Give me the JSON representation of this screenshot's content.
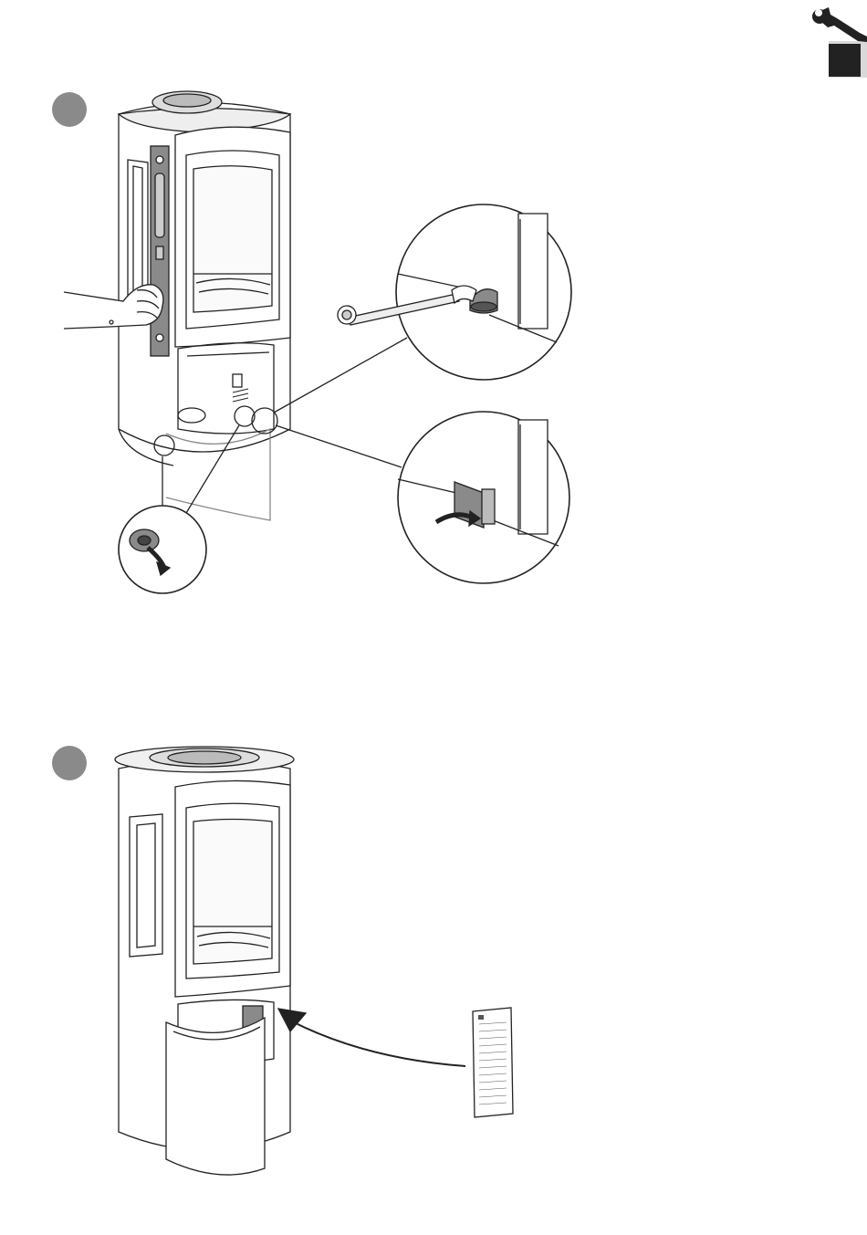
{
  "header": {
    "icon": "wrench-icon",
    "tab_color": "#222222",
    "tab_light": "#d9d9d9"
  },
  "steps": [
    {
      "marker_color": "#8a8a8a",
      "details": [
        "wrench-adjust-foot-detail",
        "door-catch-adjust-detail",
        "leveling-foot-detail"
      ],
      "tool": "spirit-level"
    },
    {
      "marker_color": "#8a8a8a",
      "label": "rating-plate"
    }
  ],
  "colors": {
    "line": "#222222",
    "grey": "#8a8a8a",
    "dark_grey": "#555555",
    "panel": "#f4f4f4"
  }
}
